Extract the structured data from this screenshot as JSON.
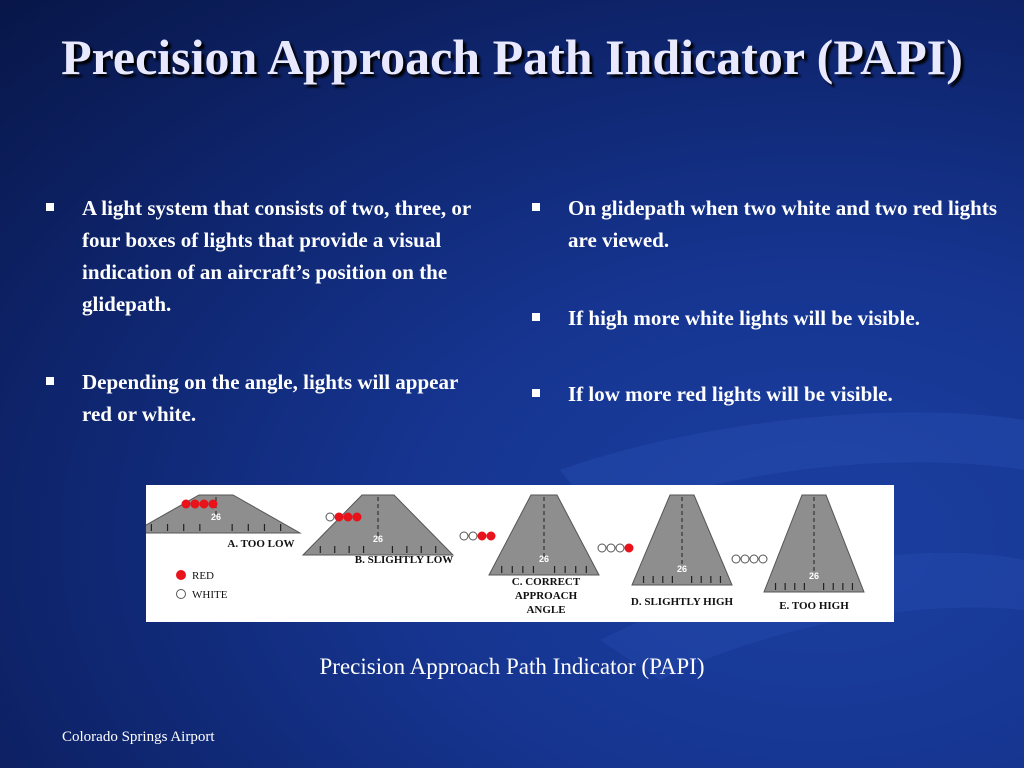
{
  "title": "Precision Approach Path Indicator (PAPI)",
  "left_bullets": [
    "A light system that consists of two, three, or four boxes of lights that provide a visual indication of an aircraft’s position on the glidepath.",
    "Depending on the angle, lights will appear red or white."
  ],
  "right_bullets": [
    "On glidepath when two white and two red lights are viewed.",
    "If high more white lights will be visible.",
    "If low more red lights will be visible."
  ],
  "figure": {
    "runway_number": "26",
    "panels": [
      {
        "label_lines": [
          "A. TOO LOW"
        ],
        "lights": [
          "red",
          "red",
          "red",
          "red"
        ]
      },
      {
        "label_lines": [
          "B. SLIGHTLY LOW"
        ],
        "lights": [
          "white",
          "red",
          "red",
          "red"
        ]
      },
      {
        "label_lines": [
          "C. CORRECT",
          "APPROACH",
          "ANGLE"
        ],
        "lights": [
          "white",
          "white",
          "red",
          "red"
        ]
      },
      {
        "label_lines": [
          "D. SLIGHTLY HIGH"
        ],
        "lights": [
          "white",
          "white",
          "white",
          "red"
        ]
      },
      {
        "label_lines": [
          "E. TOO HIGH"
        ],
        "lights": [
          "white",
          "white",
          "white",
          "white"
        ]
      }
    ],
    "legend": [
      {
        "color": "red",
        "label": "RED"
      },
      {
        "color": "white",
        "label": "WHITE"
      }
    ],
    "colors": {
      "red": "#e8131b",
      "white": "#ffffff",
      "runway": "#8e8e8e"
    }
  },
  "caption": "Precision Approach Path Indicator (PAPI)",
  "footer": "Colorado Springs Airport"
}
